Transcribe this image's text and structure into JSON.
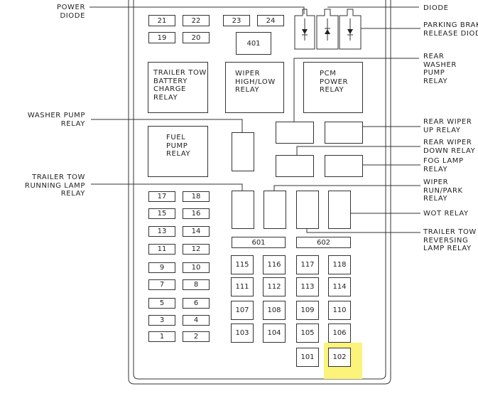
{
  "labels": {
    "power_diode": "POWER\nDIODE",
    "diode": "DIODE",
    "parking_brake": "PARKING BRAK\nRELEASE DIOD",
    "rear_washer": "REAR\nWASHER\nPUMP\nRELAY",
    "washer_pump": "WASHER PUMP\nRELAY",
    "rear_wiper_up": "REAR WIPER\nUP RELAY",
    "rear_wiper_down": "REAR WIPER\nDOWN RELAY",
    "fog_lamp": "FOG LAMP\nRELAY",
    "trailer_running": "TRAILER TOW\nRUNNING LAMP\nRELAY",
    "wiper_run_park": "WIPER\nRUN/PARK\nRELAY",
    "wot": "WOT RELAY",
    "trailer_reversing": "TRAILER TOW\nREVERSING\nLAMP RELAY"
  },
  "relays": {
    "trailer_battery": "TRAILER TOW\nBATTERY\nCHARGE\nRELAY",
    "wiper_hi_lo": "WIPER\nHIGH/LOW\nRELAY",
    "pcm_power": "PCM\nPOWER\nRELAY",
    "fuel_pump": "FUEL\nPUMP\nRELAY"
  },
  "fuses": {
    "f21": "21",
    "f22": "22",
    "f23": "23",
    "f24": "24",
    "f19": "19",
    "f20": "20",
    "f401": "401",
    "f17": "17",
    "f18": "18",
    "f15": "15",
    "f16": "16",
    "f13": "13",
    "f14": "14",
    "f11": "11",
    "f12": "12",
    "f9": "9",
    "f10": "10",
    "f7": "7",
    "f8": "8",
    "f5": "5",
    "f6": "6",
    "f3": "3",
    "f4": "4",
    "f1": "1",
    "f2": "2",
    "f601": "601",
    "f602": "602",
    "f115": "115",
    "f116": "116",
    "f117": "117",
    "f118": "118",
    "f111": "111",
    "f112": "112",
    "f113": "113",
    "f114": "114",
    "f107": "107",
    "f108": "108",
    "f109": "109",
    "f110": "110",
    "f103": "103",
    "f104": "104",
    "f105": "105",
    "f106": "106",
    "f101": "101",
    "f102": "102"
  },
  "colors": {
    "highlight": "#fbf37a",
    "line": "#333333"
  }
}
